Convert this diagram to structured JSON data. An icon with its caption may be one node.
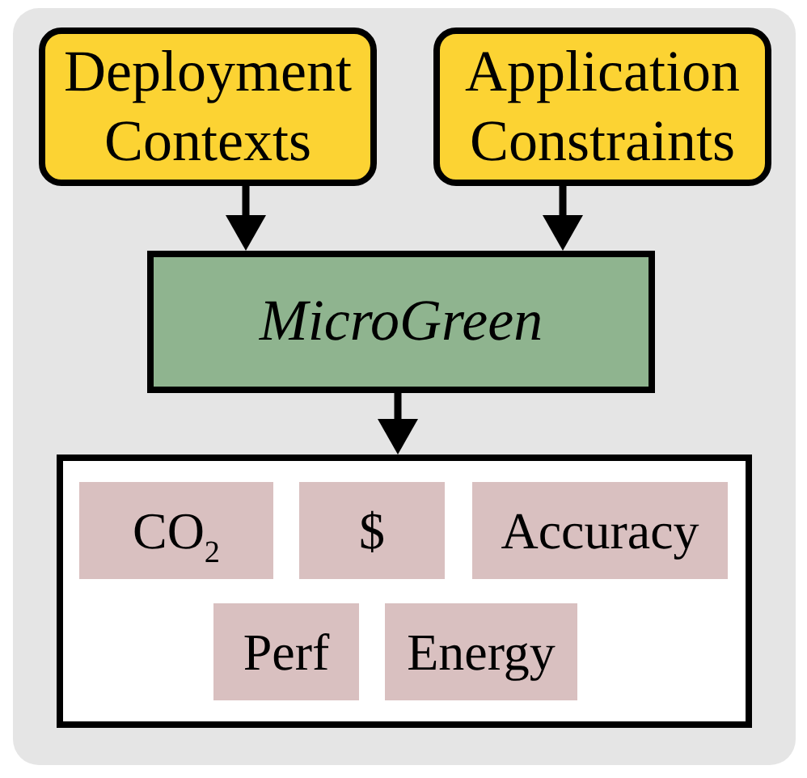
{
  "diagram": {
    "nodes": [
      {
        "text": [
          "Deployment Contexts"
        ]
      },
      {
        "text": [
          "Application Constraints"
        ]
      },
      {
        "text": [
          "MicroGreen"
        ]
      },
      {
        "text": [],
        "shape": "box"
      },
      {
        "text": [
          "CO$_{2}$"
        ],
        "in": 3
      },
      {
        "text": [
          "$"
        ],
        "in": 3
      },
      {
        "text": [
          "Accuracy"
        ],
        "in": 3
      },
      {
        "text": [
          "Perf"
        ],
        "in": 3
      },
      {
        "text": [
          "Energy"
        ],
        "in": 3
      }
    ],
    "edges": [
      {
        "from": 0,
        "to": 2,
        "arrow": "to"
      },
      {
        "from": 1,
        "to": 2,
        "arrow": "to"
      },
      {
        "from": 2,
        "to": 3,
        "arrow": "to"
      }
    ]
  }
}
